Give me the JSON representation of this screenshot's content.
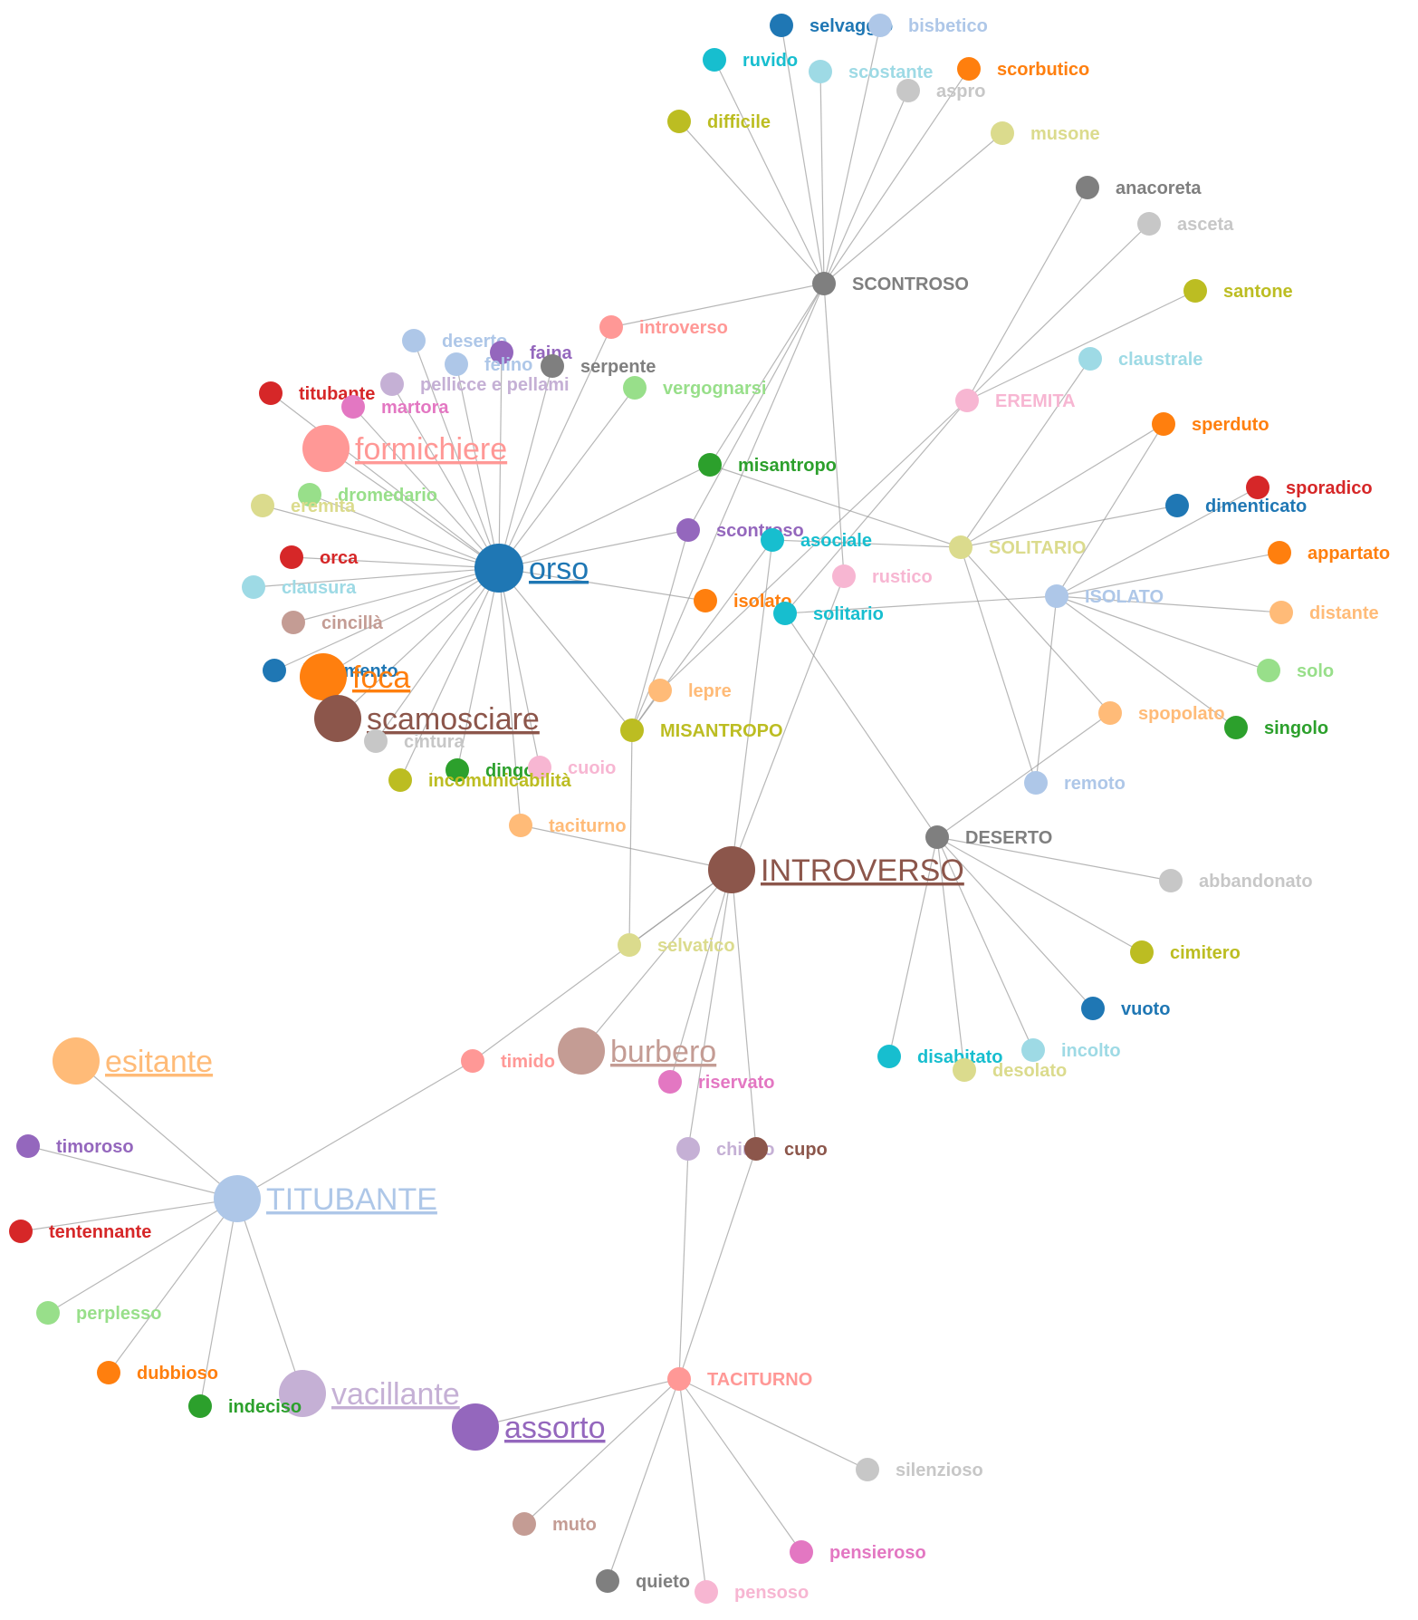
{
  "palette": {
    "blue": "#1f77b4",
    "lightblue": "#aec7e8",
    "orange": "#ff7f0e",
    "peach": "#ffbb78",
    "green": "#2ca02c",
    "lightgreen": "#98df8a",
    "red": "#d62728",
    "salmon": "#ff9896",
    "purple": "#9467bd",
    "lavender": "#c5b0d5",
    "brown": "#8c564b",
    "tan": "#c49c94",
    "pink": "#e377c2",
    "lightpink": "#f7b6d2",
    "gray": "#7f7f7f",
    "lightgray": "#c7c7c7",
    "olive": "#bcbd22",
    "khaki": "#dbdb8d",
    "cyan": "#17becf",
    "lightcyan": "#9edae5"
  },
  "nodes": [
    {
      "id": "selvaggio",
      "label": "selvaggio",
      "color": "blue",
      "size": "small"
    },
    {
      "id": "bisbetico",
      "label": "bisbetico",
      "color": "lightblue",
      "size": "small"
    },
    {
      "id": "ruvido",
      "label": "ruvido",
      "color": "cyan",
      "size": "small"
    },
    {
      "id": "scostante",
      "label": "scostante",
      "color": "lightcyan",
      "size": "small"
    },
    {
      "id": "scorbutico",
      "label": "scorbutico",
      "color": "orange",
      "size": "small"
    },
    {
      "id": "aspro",
      "label": "aspro",
      "color": "lightgray",
      "size": "small"
    },
    {
      "id": "difficile",
      "label": "difficile",
      "color": "olive",
      "size": "small"
    },
    {
      "id": "musone",
      "label": "musone",
      "color": "khaki",
      "size": "small"
    },
    {
      "id": "anacoreta",
      "label": "anacoreta",
      "color": "gray",
      "size": "small"
    },
    {
      "id": "asceta",
      "label": "asceta",
      "color": "lightgray",
      "size": "small"
    },
    {
      "id": "SCONTROSO",
      "label": "SCONTROSO",
      "color": "gray",
      "size": "small"
    },
    {
      "id": "santone",
      "label": "santone",
      "color": "olive",
      "size": "small"
    },
    {
      "id": "introverso",
      "label": "introverso",
      "color": "salmon",
      "size": "small"
    },
    {
      "id": "deserto",
      "label": "deserto",
      "color": "lightblue",
      "size": "small"
    },
    {
      "id": "faina",
      "label": "faina",
      "color": "purple",
      "size": "small"
    },
    {
      "id": "felino",
      "label": "felino",
      "color": "lightblue",
      "size": "small"
    },
    {
      "id": "serpente",
      "label": "serpente",
      "color": "gray",
      "size": "small"
    },
    {
      "id": "claustrale",
      "label": "claustrale",
      "color": "lightcyan",
      "size": "small"
    },
    {
      "id": "pellicce",
      "label": "pellicce e pellami",
      "color": "lavender",
      "size": "small"
    },
    {
      "id": "titubante",
      "label": "titubante",
      "color": "red",
      "size": "small"
    },
    {
      "id": "vergognarsi",
      "label": "vergognarsi",
      "color": "lightgreen",
      "size": "small"
    },
    {
      "id": "EREMITA",
      "label": "EREMITA",
      "color": "lightpink",
      "size": "small"
    },
    {
      "id": "martora",
      "label": "martora",
      "color": "pink",
      "size": "small"
    },
    {
      "id": "sperduto",
      "label": "sperduto",
      "color": "orange",
      "size": "small"
    },
    {
      "id": "formichiere",
      "label": "formichiere",
      "color": "salmon",
      "size": "big"
    },
    {
      "id": "misantropo",
      "label": "misantropo",
      "color": "green",
      "size": "small"
    },
    {
      "id": "sporadico",
      "label": "sporadico",
      "color": "red",
      "size": "small"
    },
    {
      "id": "dromedario",
      "label": "dromedario",
      "color": "lightgreen",
      "size": "small"
    },
    {
      "id": "dimenticato",
      "label": "dimenticato",
      "color": "blue",
      "size": "small"
    },
    {
      "id": "eremita",
      "label": "eremita",
      "color": "khaki",
      "size": "small"
    },
    {
      "id": "scontroso",
      "label": "scontroso",
      "color": "purple",
      "size": "small"
    },
    {
      "id": "asociale",
      "label": "asociale",
      "color": "cyan",
      "size": "small"
    },
    {
      "id": "SOLITARIO",
      "label": "SOLITARIO",
      "color": "khaki",
      "size": "small"
    },
    {
      "id": "orca",
      "label": "orca",
      "color": "red",
      "size": "small"
    },
    {
      "id": "orso",
      "label": "orso",
      "color": "blue",
      "size": "hub"
    },
    {
      "id": "appartato",
      "label": "appartato",
      "color": "orange",
      "size": "small"
    },
    {
      "id": "rustico",
      "label": "rustico",
      "color": "lightpink",
      "size": "small"
    },
    {
      "id": "clausura",
      "label": "clausura",
      "color": "lightcyan",
      "size": "small"
    },
    {
      "id": "isolato",
      "label": "isolato",
      "color": "orange",
      "size": "small"
    },
    {
      "id": "ISOLATO",
      "label": "ISOLATO",
      "color": "lightblue",
      "size": "small"
    },
    {
      "id": "cincilla",
      "label": "cincillà",
      "color": "tan",
      "size": "small"
    },
    {
      "id": "solitario",
      "label": "solitario",
      "color": "cyan",
      "size": "small"
    },
    {
      "id": "distante",
      "label": "distante",
      "color": "peach",
      "size": "small"
    },
    {
      "id": "isolamento",
      "label": "isolamento",
      "color": "blue",
      "size": "small"
    },
    {
      "id": "foca",
      "label": "foca",
      "color": "orange",
      "size": "big"
    },
    {
      "id": "solo",
      "label": "solo",
      "color": "lightgreen",
      "size": "small"
    },
    {
      "id": "lepre",
      "label": "lepre",
      "color": "peach",
      "size": "small"
    },
    {
      "id": "scamosciare",
      "label": "scamosciare",
      "color": "brown",
      "size": "big"
    },
    {
      "id": "spopolato",
      "label": "spopolato",
      "color": "peach",
      "size": "small"
    },
    {
      "id": "MISANTROPO",
      "label": "MISANTROPO",
      "color": "olive",
      "size": "small"
    },
    {
      "id": "singolo",
      "label": "singolo",
      "color": "green",
      "size": "small"
    },
    {
      "id": "cintura",
      "label": "cintura",
      "color": "lightgray",
      "size": "small"
    },
    {
      "id": "dingo",
      "label": "dingo",
      "color": "green",
      "size": "small"
    },
    {
      "id": "cuoio",
      "label": "cuoio",
      "color": "lightpink",
      "size": "small"
    },
    {
      "id": "incomunicabilita",
      "label": "incomunicabilità",
      "color": "olive",
      "size": "small"
    },
    {
      "id": "remoto",
      "label": "remoto",
      "color": "lightblue",
      "size": "small"
    },
    {
      "id": "taciturno",
      "label": "taciturno",
      "color": "peach",
      "size": "small"
    },
    {
      "id": "DESERTO",
      "label": "DESERTO",
      "color": "gray",
      "size": "small"
    },
    {
      "id": "INTROVERSO",
      "label": "INTROVERSO",
      "color": "brown",
      "size": "big"
    },
    {
      "id": "abbandonato",
      "label": "abbandonato",
      "color": "lightgray",
      "size": "small"
    },
    {
      "id": "selvatico",
      "label": "selvatico",
      "color": "khaki",
      "size": "small"
    },
    {
      "id": "cimitero",
      "label": "cimitero",
      "color": "olive",
      "size": "small"
    },
    {
      "id": "vuoto",
      "label": "vuoto",
      "color": "blue",
      "size": "small"
    },
    {
      "id": "esitante",
      "label": "esitante",
      "color": "peach",
      "size": "big"
    },
    {
      "id": "timido",
      "label": "timido",
      "color": "salmon",
      "size": "small"
    },
    {
      "id": "burbero",
      "label": "burbero",
      "color": "tan",
      "size": "big"
    },
    {
      "id": "disabitato",
      "label": "disabitato",
      "color": "cyan",
      "size": "small"
    },
    {
      "id": "incolto",
      "label": "incolto",
      "color": "lightcyan",
      "size": "small"
    },
    {
      "id": "desolato",
      "label": "desolato",
      "color": "khaki",
      "size": "small"
    },
    {
      "id": "riservato",
      "label": "riservato",
      "color": "pink",
      "size": "small"
    },
    {
      "id": "timoroso",
      "label": "timoroso",
      "color": "purple",
      "size": "small"
    },
    {
      "id": "chiuso",
      "label": "chiuso",
      "color": "lavender",
      "size": "small"
    },
    {
      "id": "cupo",
      "label": "cupo",
      "color": "brown",
      "size": "small"
    },
    {
      "id": "TITUBANTE",
      "label": "TITUBANTE",
      "color": "lightblue",
      "size": "big"
    },
    {
      "id": "tentennante",
      "label": "tentennante",
      "color": "red",
      "size": "small"
    },
    {
      "id": "perplesso",
      "label": "perplesso",
      "color": "lightgreen",
      "size": "small"
    },
    {
      "id": "dubbioso",
      "label": "dubbioso",
      "color": "orange",
      "size": "small"
    },
    {
      "id": "TACITURNO",
      "label": "TACITURNO",
      "color": "salmon",
      "size": "small"
    },
    {
      "id": "vacillante",
      "label": "vacillante",
      "color": "lavender",
      "size": "big"
    },
    {
      "id": "indeciso",
      "label": "indeciso",
      "color": "green",
      "size": "small"
    },
    {
      "id": "assorto",
      "label": "assorto",
      "color": "purple",
      "size": "big"
    },
    {
      "id": "silenzioso",
      "label": "silenzioso",
      "color": "lightgray",
      "size": "small"
    },
    {
      "id": "muto",
      "label": "muto",
      "color": "tan",
      "size": "small"
    },
    {
      "id": "pensieroso",
      "label": "pensieroso",
      "color": "pink",
      "size": "small"
    },
    {
      "id": "quieto",
      "label": "quieto",
      "color": "gray",
      "size": "small"
    },
    {
      "id": "pensoso",
      "label": "pensoso",
      "color": "lightpink",
      "size": "small"
    }
  ],
  "links": [
    [
      "SCONTROSO",
      "selvaggio"
    ],
    [
      "SCONTROSO",
      "bisbetico"
    ],
    [
      "SCONTROSO",
      "ruvido"
    ],
    [
      "SCONTROSO",
      "scostante"
    ],
    [
      "SCONTROSO",
      "scorbutico"
    ],
    [
      "SCONTROSO",
      "aspro"
    ],
    [
      "SCONTROSO",
      "difficile"
    ],
    [
      "SCONTROSO",
      "musone"
    ],
    [
      "SCONTROSO",
      "introverso"
    ],
    [
      "SCONTROSO",
      "scontroso"
    ],
    [
      "SCONTROSO",
      "misantropo"
    ],
    [
      "SCONTROSO",
      "rustico"
    ],
    [
      "SCONTROSO",
      "MISANTROPO"
    ],
    [
      "EREMITA",
      "anacoreta"
    ],
    [
      "EREMITA",
      "asceta"
    ],
    [
      "EREMITA",
      "santone"
    ],
    [
      "EREMITA",
      "solitario"
    ],
    [
      "SOLITARIO",
      "claustrale"
    ],
    [
      "SOLITARIO",
      "sperduto"
    ],
    [
      "SOLITARIO",
      "dimenticato"
    ],
    [
      "SOLITARIO",
      "misantropo"
    ],
    [
      "SOLITARIO",
      "asociale"
    ],
    [
      "SOLITARIO",
      "spopolato"
    ],
    [
      "SOLITARIO",
      "remoto"
    ],
    [
      "ISOLATO",
      "sperduto"
    ],
    [
      "ISOLATO",
      "sporadico"
    ],
    [
      "ISOLATO",
      "appartato"
    ],
    [
      "ISOLATO",
      "distante"
    ],
    [
      "ISOLATO",
      "solo"
    ],
    [
      "ISOLATO",
      "singolo"
    ],
    [
      "ISOLATO",
      "solitario"
    ],
    [
      "ISOLATO",
      "remoto"
    ],
    [
      "orso",
      "deserto"
    ],
    [
      "orso",
      "faina"
    ],
    [
      "orso",
      "felino"
    ],
    [
      "orso",
      "serpente"
    ],
    [
      "orso",
      "pellicce"
    ],
    [
      "orso",
      "titubante"
    ],
    [
      "orso",
      "martora"
    ],
    [
      "orso",
      "formichiere"
    ],
    [
      "orso",
      "dromedario"
    ],
    [
      "orso",
      "eremita"
    ],
    [
      "orso",
      "orca"
    ],
    [
      "orso",
      "clausura"
    ],
    [
      "orso",
      "cincilla"
    ],
    [
      "orso",
      "isolamento"
    ],
    [
      "orso",
      "foca"
    ],
    [
      "orso",
      "scamosciare"
    ],
    [
      "orso",
      "cintura"
    ],
    [
      "orso",
      "dingo"
    ],
    [
      "orso",
      "cuoio"
    ],
    [
      "orso",
      "incomunicabilita"
    ],
    [
      "orso",
      "taciturno"
    ],
    [
      "orso",
      "introverso"
    ],
    [
      "orso",
      "vergognarsi"
    ],
    [
      "orso",
      "misantropo"
    ],
    [
      "orso",
      "scontroso"
    ],
    [
      "orso",
      "isolato"
    ],
    [
      "orso",
      "MISANTROPO"
    ],
    [
      "MISANTROPO",
      "scontroso"
    ],
    [
      "MISANTROPO",
      "asociale"
    ],
    [
      "MISANTROPO",
      "lepre"
    ],
    [
      "MISANTROPO",
      "selvatico"
    ],
    [
      "INTROVERSO",
      "taciturno"
    ],
    [
      "INTROVERSO",
      "selvatico"
    ],
    [
      "INTROVERSO",
      "timido"
    ],
    [
      "INTROVERSO",
      "burbero"
    ],
    [
      "INTROVERSO",
      "riservato"
    ],
    [
      "INTROVERSO",
      "chiuso"
    ],
    [
      "INTROVERSO",
      "cupo"
    ],
    [
      "INTROVERSO",
      "asociale"
    ],
    [
      "INTROVERSO",
      "rustico"
    ],
    [
      "DESERTO",
      "solitario"
    ],
    [
      "DESERTO",
      "abbandonato"
    ],
    [
      "DESERTO",
      "cimitero"
    ],
    [
      "DESERTO",
      "vuoto"
    ],
    [
      "DESERTO",
      "disabitato"
    ],
    [
      "DESERTO",
      "incolto"
    ],
    [
      "DESERTO",
      "desolato"
    ],
    [
      "DESERTO",
      "spopolato"
    ],
    [
      "lepre",
      "EREMITA"
    ],
    [
      "TITUBANTE",
      "esitante"
    ],
    [
      "TITUBANTE",
      "timoroso"
    ],
    [
      "TITUBANTE",
      "tentennante"
    ],
    [
      "TITUBANTE",
      "perplesso"
    ],
    [
      "TITUBANTE",
      "dubbioso"
    ],
    [
      "TITUBANTE",
      "indeciso"
    ],
    [
      "TITUBANTE",
      "vacillante"
    ],
    [
      "TITUBANTE",
      "timido"
    ],
    [
      "TACITURNO",
      "chiuso"
    ],
    [
      "TACITURNO",
      "cupo"
    ],
    [
      "TACITURNO",
      "assorto"
    ],
    [
      "TACITURNO",
      "silenzioso"
    ],
    [
      "TACITURNO",
      "muto"
    ],
    [
      "TACITURNO",
      "pensieroso"
    ],
    [
      "TACITURNO",
      "quieto"
    ],
    [
      "TACITURNO",
      "pensoso"
    ]
  ]
}
